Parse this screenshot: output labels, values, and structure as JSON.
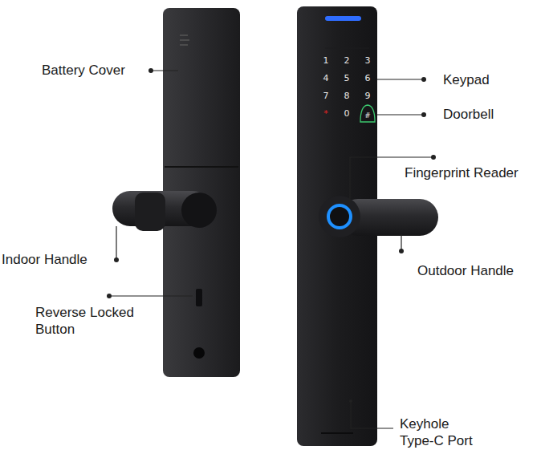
{
  "diagram": {
    "labels": [
      "Battery Cover",
      "Keypad",
      "Doorbell",
      "Fingerprint Reader",
      "Indoor Handle",
      "Outdoor Handle",
      "Reverse Locked Button",
      "Keyhole Type-C Port",
      "1",
      "2",
      "3",
      "4",
      "5",
      "6",
      "7",
      "8",
      "9",
      "*",
      "0",
      "#"
    ]
  }
}
